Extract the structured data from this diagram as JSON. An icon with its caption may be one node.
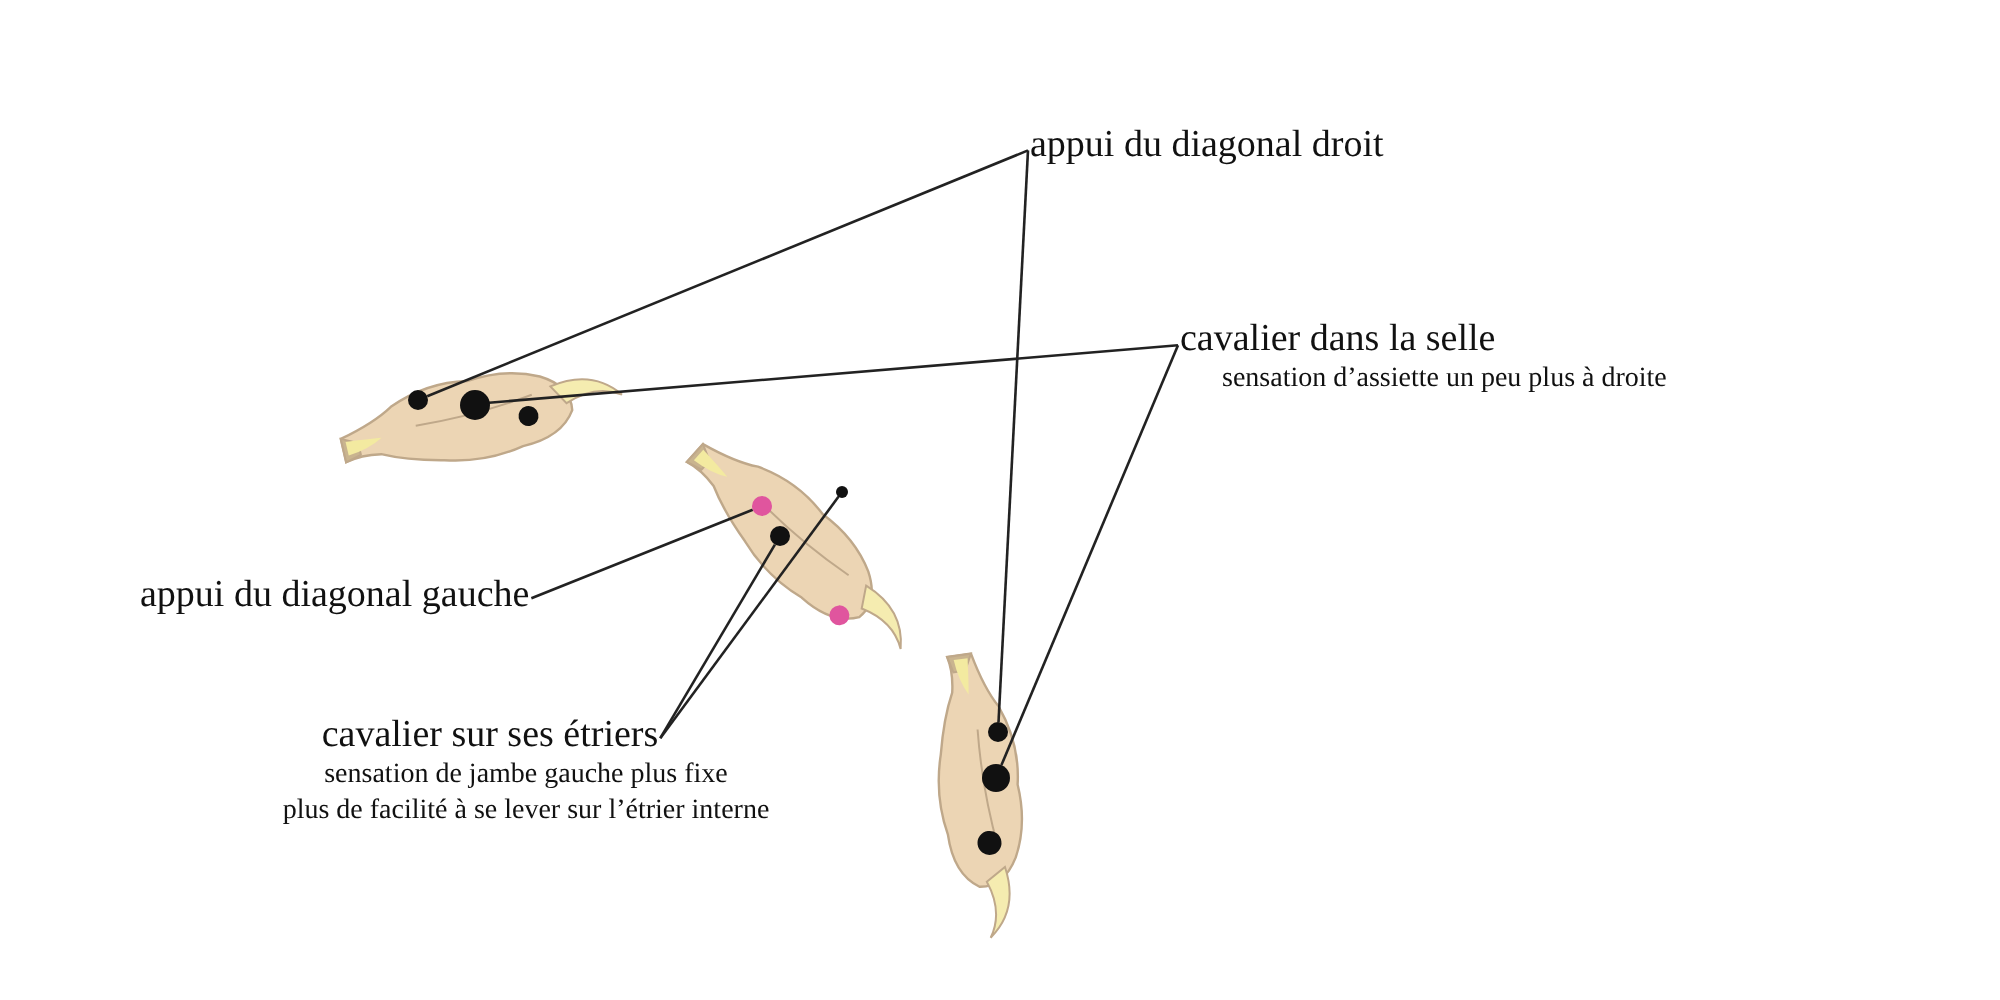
{
  "diagram": {
    "nodes": [
      {
        "text": [
          "appui du diagonal droit"
        ]
      },
      {
        "text": [
          "cavalier dans la selle",
          "sensation d’assiette un peu plus à droite"
        ]
      },
      {
        "text": [
          "appui du diagonal gauche"
        ]
      },
      {
        "text": [
          "cavalier sur ses étriers",
          "sensation de jambe gauche plus fixe",
          "plus de facilité à se lever sur l’étrier interne"
        ]
      },
      {
        "text": [],
        "shape": "circle"
      },
      {
        "text": [],
        "shape": "circle"
      },
      {
        "text": [],
        "shape": "circle"
      },
      {
        "text": [],
        "shape": "circle"
      },
      {
        "text": [],
        "shape": "circle"
      },
      {
        "text": [],
        "shape": "circle"
      },
      {
        "text": [],
        "shape": "circle"
      }
    ],
    "edges": [
      {
        "from": 0,
        "to": 4,
        "arrow": "none"
      },
      {
        "from": 0,
        "to": 10,
        "arrow": "none"
      },
      {
        "from": 1,
        "to": 5,
        "arrow": "none"
      },
      {
        "from": 1,
        "to": 9,
        "arrow": "none"
      },
      {
        "from": 2,
        "to": 6,
        "arrow": "none"
      },
      {
        "from": 3,
        "to": 7,
        "arrow": "none"
      },
      {
        "from": 3,
        "to": 8,
        "arrow": "none"
      }
    ]
  }
}
